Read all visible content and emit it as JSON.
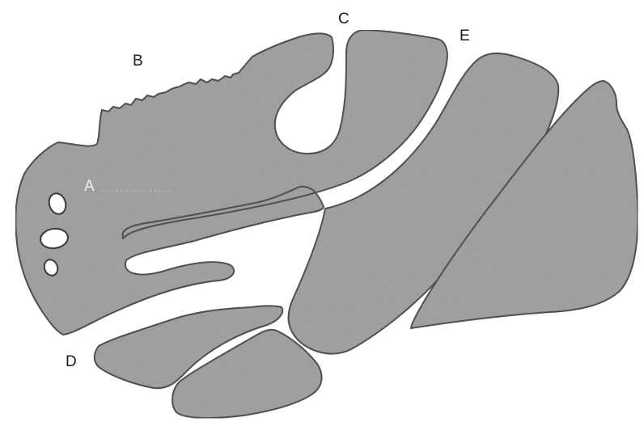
{
  "labels": {
    "a": "A",
    "b": "B",
    "c": "C",
    "d": "D",
    "e": "E"
  },
  "colors": {
    "region_fill": "#9c9c9c",
    "outline": "#3a3a3a",
    "background": "#ffffff"
  }
}
